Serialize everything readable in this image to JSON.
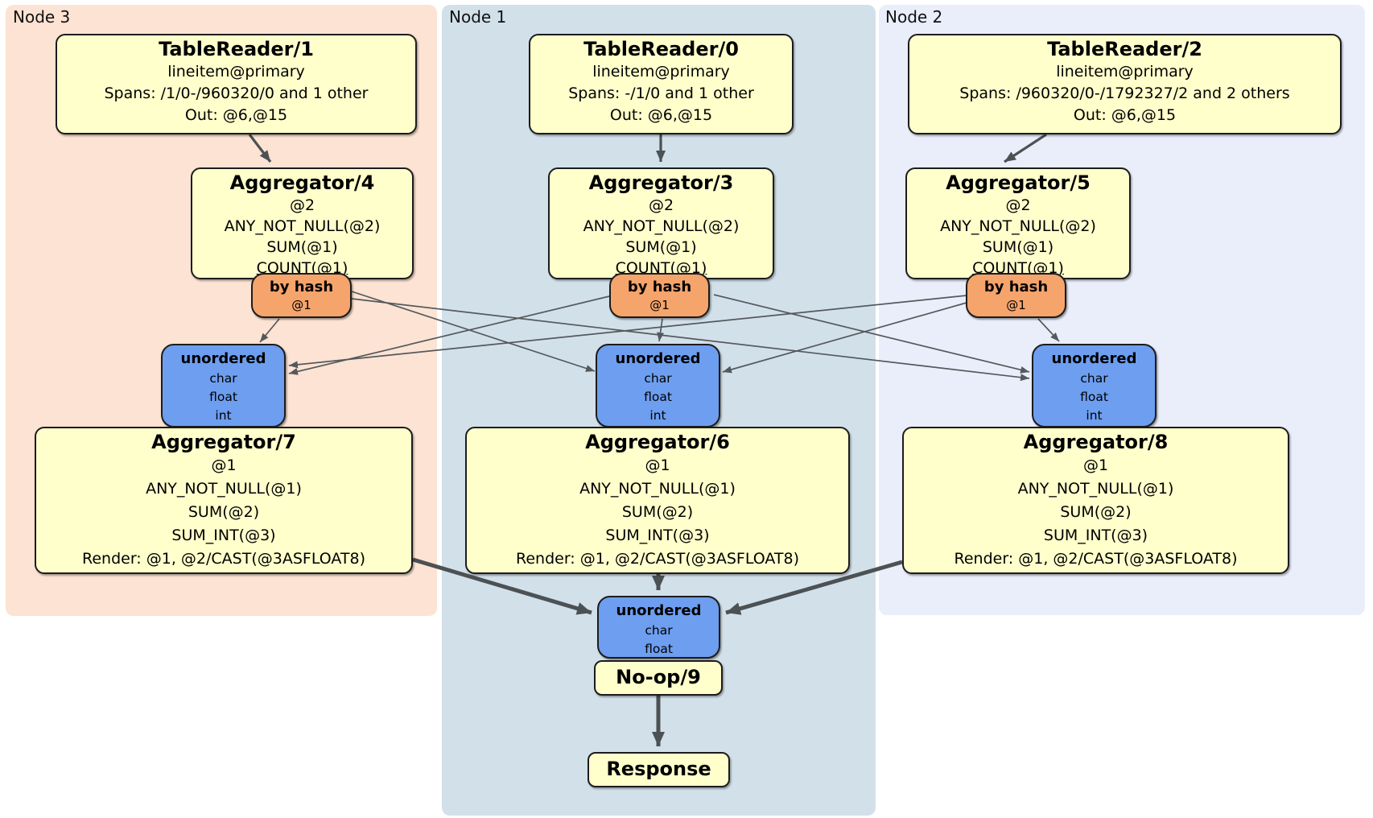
{
  "node_groups": [
    {
      "label": "Node 3"
    },
    {
      "label": "Node 1"
    },
    {
      "label": "Node 2"
    }
  ],
  "processors": {
    "tablereader1": {
      "title": "TableReader/1",
      "rows": [
        "lineitem@primary",
        "Spans: /1/0-/960320/0 and 1 other",
        "Out: @6,@15"
      ]
    },
    "tablereader0": {
      "title": "TableReader/0",
      "rows": [
        "lineitem@primary",
        "Spans: -/1/0 and 1 other",
        "Out: @6,@15"
      ]
    },
    "tablereader2": {
      "title": "TableReader/2",
      "rows": [
        "lineitem@primary",
        "Spans: /960320/0-/1792327/2 and 2 others",
        "Out: @6,@15"
      ]
    },
    "aggregator4": {
      "title": "Aggregator/4",
      "rows": [
        "@2",
        "ANY_NOT_NULL(@2)",
        "SUM(@1)",
        "COUNT(@1)"
      ]
    },
    "aggregator3": {
      "title": "Aggregator/3",
      "rows": [
        "@2",
        "ANY_NOT_NULL(@2)",
        "SUM(@1)",
        "COUNT(@1)"
      ]
    },
    "aggregator5": {
      "title": "Aggregator/5",
      "rows": [
        "@2",
        "ANY_NOT_NULL(@2)",
        "SUM(@1)",
        "COUNT(@1)"
      ]
    },
    "aggregator7": {
      "title": "Aggregator/7",
      "rows": [
        "@1",
        "ANY_NOT_NULL(@1)",
        "SUM(@2)",
        "SUM_INT(@3)",
        "Render: @1, @2/CAST(@3ASFLOAT8)"
      ]
    },
    "aggregator6": {
      "title": "Aggregator/6",
      "rows": [
        "@1",
        "ANY_NOT_NULL(@1)",
        "SUM(@2)",
        "SUM_INT(@3)",
        "Render: @1, @2/CAST(@3ASFLOAT8)"
      ]
    },
    "aggregator8": {
      "title": "Aggregator/8",
      "rows": [
        "@1",
        "ANY_NOT_NULL(@1)",
        "SUM(@2)",
        "SUM_INT(@3)",
        "Render: @1, @2/CAST(@3ASFLOAT8)"
      ]
    },
    "noop": {
      "title": "No-op/9"
    },
    "response": {
      "title": "Response"
    }
  },
  "routers": [
    {
      "title": "by hash",
      "detail": "@1"
    },
    {
      "title": "by hash",
      "detail": "@1"
    },
    {
      "title": "by hash",
      "detail": "@1"
    }
  ],
  "syncs": [
    {
      "title": "unordered",
      "columns": [
        "char",
        "float",
        "int"
      ]
    },
    {
      "title": "unordered",
      "columns": [
        "char",
        "float",
        "int"
      ]
    },
    {
      "title": "unordered",
      "columns": [
        "char",
        "float",
        "int"
      ]
    },
    {
      "title": "unordered",
      "columns": [
        "char",
        "float"
      ]
    }
  ],
  "colors": {
    "processor_fill": "#ffffcc",
    "router_fill": "#f5a46c",
    "sync_fill": "#6d9ef0",
    "node3_bg": "#fce3d3",
    "node1_bg": "#d2e0ea",
    "node2_bg": "#e9eefa",
    "edge": "#4d5255"
  }
}
